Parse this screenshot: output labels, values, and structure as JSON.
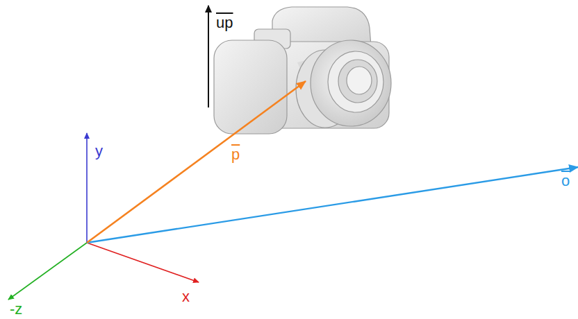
{
  "diagram": {
    "labels": [
      "up",
      "y",
      "p",
      "o",
      "-z",
      "x"
    ]
  }
}
